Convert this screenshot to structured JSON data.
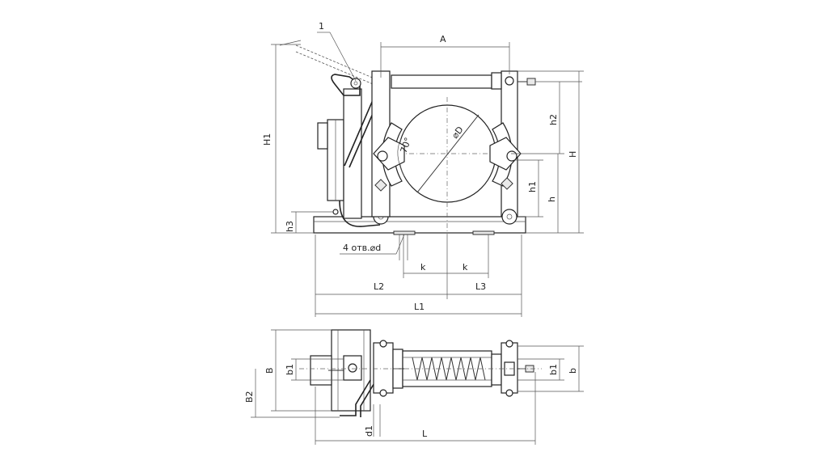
{
  "diagram": {
    "callout": "1",
    "dimensions": {
      "A": "A",
      "H1": "H1",
      "h2": "h2",
      "H": "H",
      "h1": "h1",
      "h": "h",
      "h3": "h3",
      "D": "⌀D",
      "angle": "70°",
      "holes": "4  отв.⌀d",
      "k_left": "k",
      "k_right": "k",
      "L2": "L2",
      "L3": "L3",
      "L1": "L1",
      "B": "B",
      "B2": "B2",
      "b1_left": "b1",
      "b1_right": "b1",
      "b": "b",
      "d1": "d1",
      "L": "L"
    }
  }
}
